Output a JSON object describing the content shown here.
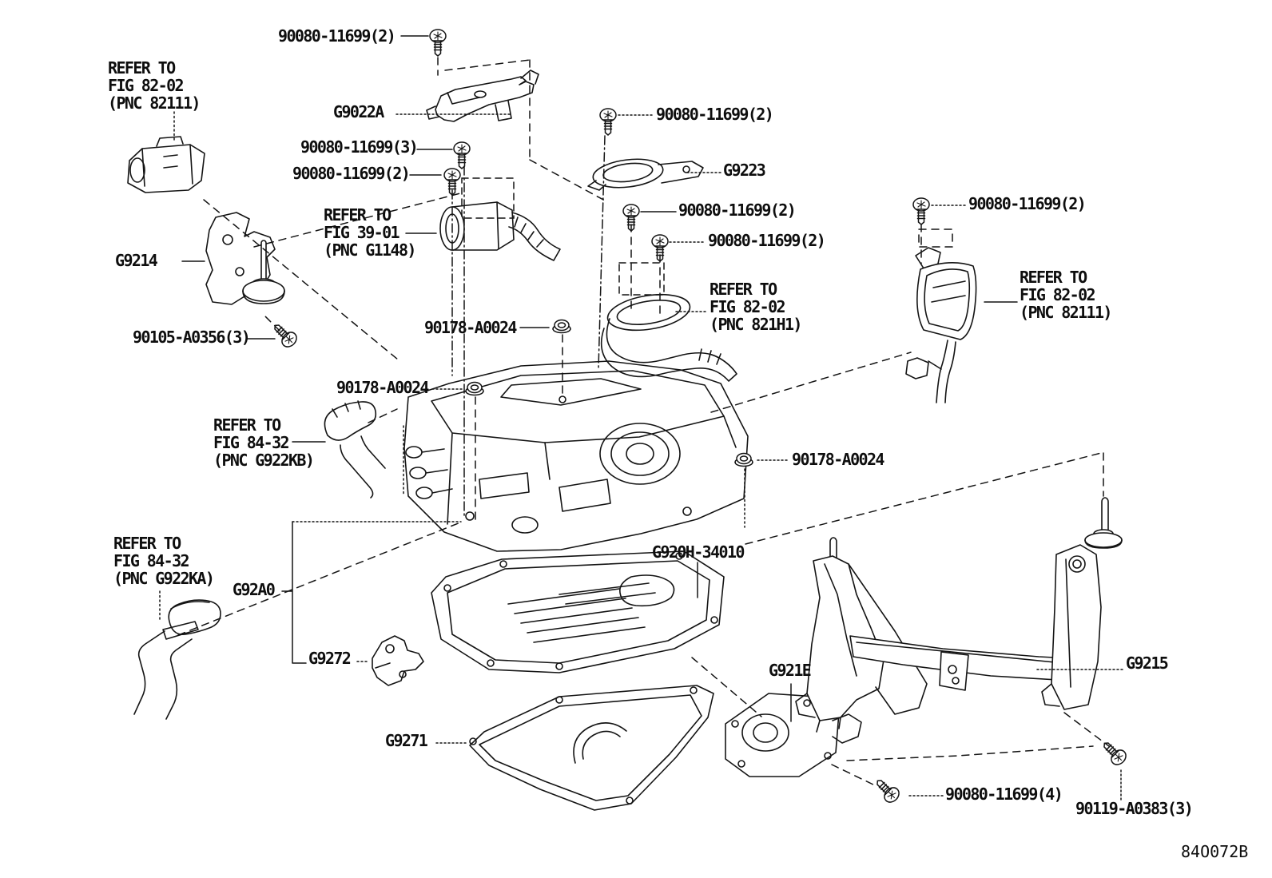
{
  "diagram": {
    "figure_code": "84O072B",
    "background_color": "#ffffff",
    "ink_color": "#141414",
    "icons": {
      "bolt_icon": "hex-flange-bolt",
      "nut_icon": "hex-flange-nut"
    },
    "labels": [
      {
        "name": "pn-90080-11699-2-top",
        "text": "90080-11699(2)"
      },
      {
        "name": "refer-82-02-82111-left-1",
        "text": "REFER TO"
      },
      {
        "name": "refer-82-02-82111-left-2",
        "text": "FIG 82-02"
      },
      {
        "name": "refer-82-02-82111-left-3",
        "text": "(PNC 82111)"
      },
      {
        "name": "part-g9022a",
        "text": "G9022A"
      },
      {
        "name": "pn-90080-11699-3",
        "text": "90080-11699(3)"
      },
      {
        "name": "pn-90080-11699-2-b",
        "text": "90080-11699(2)"
      },
      {
        "name": "pn-90080-11699-2-c",
        "text": "90080-11699(2)"
      },
      {
        "name": "part-g9223",
        "text": "G9223"
      },
      {
        "name": "refer-39-01-1",
        "text": "REFER TO"
      },
      {
        "name": "refer-39-01-2",
        "text": "FIG 39-01"
      },
      {
        "name": "refer-39-01-3",
        "text": "(PNC G1148)"
      },
      {
        "name": "part-g9214",
        "text": "G9214"
      },
      {
        "name": "pn-90080-11699-2-d",
        "text": "90080-11699(2)"
      },
      {
        "name": "pn-90080-11699-2-e",
        "text": "90080-11699(2)"
      },
      {
        "name": "pn-90080-11699-2-f",
        "text": "90080-11699(2)"
      },
      {
        "name": "refer-82-02-821h1-1",
        "text": "REFER TO"
      },
      {
        "name": "refer-82-02-821h1-2",
        "text": "FIG 82-02"
      },
      {
        "name": "refer-82-02-821h1-3",
        "text": "(PNC 821H1)"
      },
      {
        "name": "refer-82-02-82111-right-1",
        "text": "REFER TO"
      },
      {
        "name": "refer-82-02-82111-right-2",
        "text": "FIG 82-02"
      },
      {
        "name": "refer-82-02-82111-right-3",
        "text": "(PNC 82111)"
      },
      {
        "name": "pn-90105-a0356-3",
        "text": "90105-A0356(3)"
      },
      {
        "name": "pn-90178-a0024-a",
        "text": "90178-A0024"
      },
      {
        "name": "pn-90178-a0024-b",
        "text": "90178-A0024"
      },
      {
        "name": "refer-84-32-kb-1",
        "text": "REFER TO"
      },
      {
        "name": "refer-84-32-kb-2",
        "text": "FIG 84-32"
      },
      {
        "name": "refer-84-32-kb-3",
        "text": "(PNC G922KB)"
      },
      {
        "name": "pn-90178-a0024-c",
        "text": "90178-A0024"
      },
      {
        "name": "refer-84-32-ka-1",
        "text": "REFER TO"
      },
      {
        "name": "refer-84-32-ka-2",
        "text": "FIG 84-32"
      },
      {
        "name": "refer-84-32-ka-3",
        "text": "(PNC G922KA)"
      },
      {
        "name": "part-g92a0",
        "text": "G92A0"
      },
      {
        "name": "part-g920h-34010",
        "text": "G920H-34010"
      },
      {
        "name": "part-g9272",
        "text": "G9272"
      },
      {
        "name": "part-g921e",
        "text": "G921E"
      },
      {
        "name": "part-g9215",
        "text": "G9215"
      },
      {
        "name": "part-g9271",
        "text": "G9271"
      },
      {
        "name": "pn-90080-11699-4",
        "text": "90080-11699(4)"
      },
      {
        "name": "pn-90119-a0383-3",
        "text": "90119-A0383(3)"
      },
      {
        "name": "figure-code",
        "text": "84O072B"
      }
    ]
  }
}
